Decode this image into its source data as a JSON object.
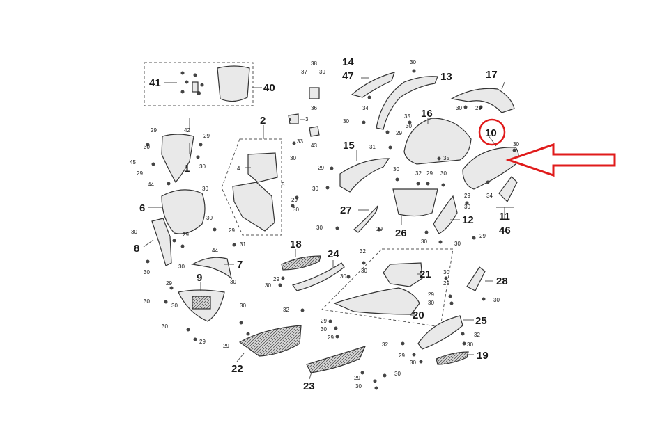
{
  "colors": {
    "highlight": "#e01b1b",
    "line": "#333333",
    "part_fill": "#e9e9e9"
  },
  "labels": {
    "p41": "41",
    "p40": "40",
    "p42": "42",
    "p1": "1",
    "p2": "2",
    "p3": "3",
    "p4": "4",
    "p5": "5",
    "p6": "6",
    "p7": "7",
    "p8": "8",
    "p9": "9",
    "p10": "10",
    "p11": "11",
    "p46": "46",
    "p12": "12",
    "p13": "13",
    "p14": "14",
    "p47": "47",
    "p15": "15",
    "p16": "16",
    "p17": "17",
    "p18": "18",
    "p19": "19",
    "p20": "20",
    "p21": "21",
    "p22": "22",
    "p23": "23",
    "p24": "24",
    "p25": "25",
    "p26": "26",
    "p27": "27",
    "p28": "28",
    "p31": "31",
    "p32": "32",
    "p33": "33",
    "p34": "34",
    "p35": "35",
    "p36": "36",
    "p37": "37",
    "p38": "38",
    "p39": "39",
    "p43": "43",
    "p44": "44",
    "p45": "45",
    "p29": "29",
    "p30": "30"
  }
}
